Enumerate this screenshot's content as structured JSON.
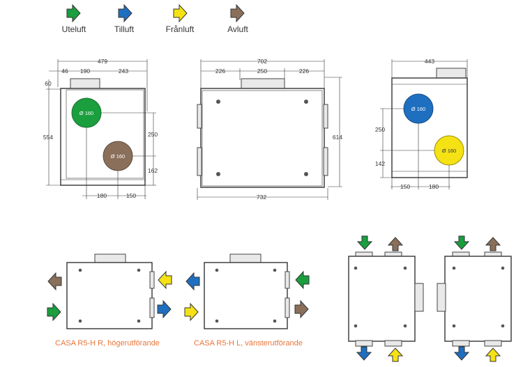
{
  "legend": {
    "items": [
      {
        "label": "Uteluft",
        "color": "#1a9e3e"
      },
      {
        "label": "Tilluft",
        "color": "#1f6fc0"
      },
      {
        "label": "Frånluft",
        "color": "#f4e215"
      },
      {
        "label": "Avluft",
        "color": "#8a6f5a"
      }
    ]
  },
  "front_view": {
    "top_width": "479",
    "top_left": "46",
    "top_mid": "190",
    "top_right": "243",
    "offset": "60",
    "height": "554",
    "circle_spacing": "250",
    "bottom_to_circle": "162",
    "bottom_left": "180",
    "bottom_right": "150",
    "green_circle": "Ø 160",
    "brown_circle": "Ø 160"
  },
  "top_view": {
    "top_width": "702",
    "seg1": "226",
    "seg2": "250",
    "seg3": "226",
    "depth": "614",
    "bottom_width": "732"
  },
  "side_view": {
    "top_width": "443",
    "circle_spacing": "250",
    "bottom_to_circle": "142",
    "bottom_left": "150",
    "bottom_right": "180",
    "blue_circle": "Ø 160",
    "yellow_circle": "Ø 160"
  },
  "captions": {
    "right": "CASA R5-H R, högerutförande",
    "left": "CASA R5-H L, vänsterutförande",
    "color": "#e8763a"
  }
}
